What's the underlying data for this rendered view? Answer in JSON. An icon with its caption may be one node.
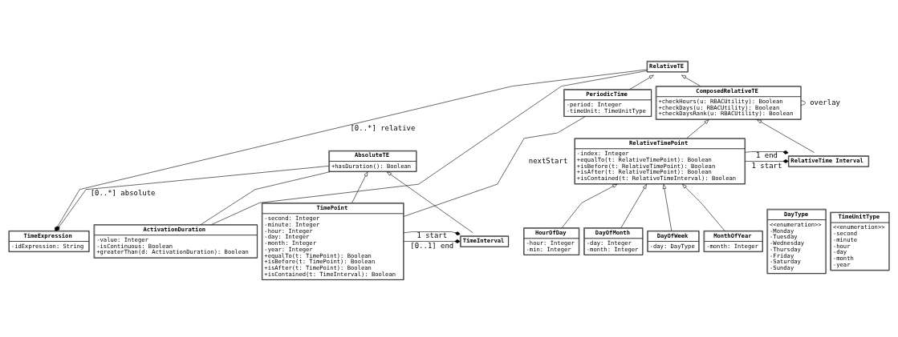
{
  "diagram": {
    "nodes": [
      {
        "text": [
          "RelativeTE"
        ]
      },
      {
        "text": [
          "TimeExpression",
          "-idExpression: String"
        ]
      },
      {
        "text": [
          "AbsoluteTE",
          "+hasDuration(): Boolean"
        ]
      },
      {
        "text": [
          "PeriodicTime",
          "-period: Integer",
          "-timeUnit: TimeUnitType"
        ]
      },
      {
        "text": [
          "ComposedRelativeTE",
          "+checkHours(u: RBACUtility): Boolean",
          "+checkDays(u: RBACUtility): Boolean",
          "+checkDaysRank(u: RBACUtility): Boolean"
        ]
      },
      {
        "text": [
          "ActivationDuration",
          "-value: Integer",
          "-isContinuous: Boolean",
          "+greaterThan(d: ActivationDuration): Boolean"
        ]
      },
      {
        "text": [
          "TimePoint",
          "-second: Integer",
          "-minute: Integer",
          "-hour: Integer",
          "-day: Integer",
          "-month: Integer",
          "-year: Integer",
          "+equalTo(t: TimePoint): Boolean",
          "+isBefore(t: TimePoint): Boolean",
          "+isAfter(t: TimePoint): Boolean",
          "+isContained(t: TimeInterval): Boolean"
        ]
      },
      {
        "text": [
          "TimeInterval"
        ]
      },
      {
        "text": [
          "DayType",
          "<<enumeration>>",
          "-Monday",
          "-Tuesday",
          "-Wednesday",
          "-Thursday",
          "-Friday",
          "-Saturday",
          "-Sunday"
        ]
      },
      {
        "text": [
          "RelativeTimePoint",
          "-index: Integer",
          "+equalTo(t: RelativeTimePoint): Boolean",
          "+isBefore(t: RelativeTimePoint): Boolean",
          "+isAfter(t: RelativeTimePoint): Boolean",
          "+isContained(t: RelativeTimeInterval): Boolean"
        ]
      },
      {
        "text": [
          "RelativeTime Interval"
        ]
      },
      {
        "text": [
          "TimeUnitType",
          "<<enumeration>>",
          "-second",
          "-minute",
          "-hour",
          "-day",
          "-month",
          "-year"
        ]
      },
      {
        "text": [
          "HourOfDay",
          "-hour: Integer",
          "-min: Integer"
        ]
      },
      {
        "text": [
          "DayOfMonth",
          "-day: Integer",
          "-month: Integer"
        ]
      },
      {
        "text": [
          "DayOfWeek",
          "-day: DayType"
        ]
      },
      {
        "text": [
          "MonthOfYear",
          "-month: Integer"
        ]
      }
    ],
    "edges": [
      {
        "from": 0,
        "to": 1,
        "arrow": "other",
        "label": "[0..*] relative"
      },
      {
        "from": 2,
        "to": 1,
        "arrow": "other",
        "label": "[0..*] absolute"
      },
      {
        "from": 3,
        "to": 0,
        "arrow": "to"
      },
      {
        "from": 4,
        "to": 0,
        "arrow": "to"
      },
      {
        "from": 4,
        "to": 4,
        "arrow": "none",
        "label": "overlay"
      },
      {
        "from": 0,
        "to": 5,
        "arrow": "none"
      },
      {
        "from": 2,
        "to": 5,
        "arrow": "none"
      },
      {
        "from": 6,
        "to": 2,
        "arrow": "to"
      },
      {
        "from": 7,
        "to": 2,
        "arrow": "to"
      },
      {
        "from": 6,
        "to": 7,
        "arrow": "other",
        "label": "1 start"
      },
      {
        "from": 6,
        "to": 7,
        "arrow": "other",
        "label": "[0..1] end"
      },
      {
        "from": 9,
        "to": 4,
        "arrow": "to"
      },
      {
        "from": 10,
        "to": 4,
        "arrow": "to"
      },
      {
        "from": 9,
        "to": 10,
        "arrow": "other",
        "label": "1 start"
      },
      {
        "from": 9,
        "to": 10,
        "arrow": "other",
        "label": "1 end"
      },
      {
        "from": 12,
        "to": 9,
        "arrow": "to"
      },
      {
        "from": 13,
        "to": 9,
        "arrow": "to"
      },
      {
        "from": 14,
        "to": 9,
        "arrow": "to"
      },
      {
        "from": 15,
        "to": 9,
        "arrow": "to"
      },
      {
        "from": 3,
        "to": 6,
        "arrow": "none",
        "label": "nextStart"
      }
    ]
  }
}
